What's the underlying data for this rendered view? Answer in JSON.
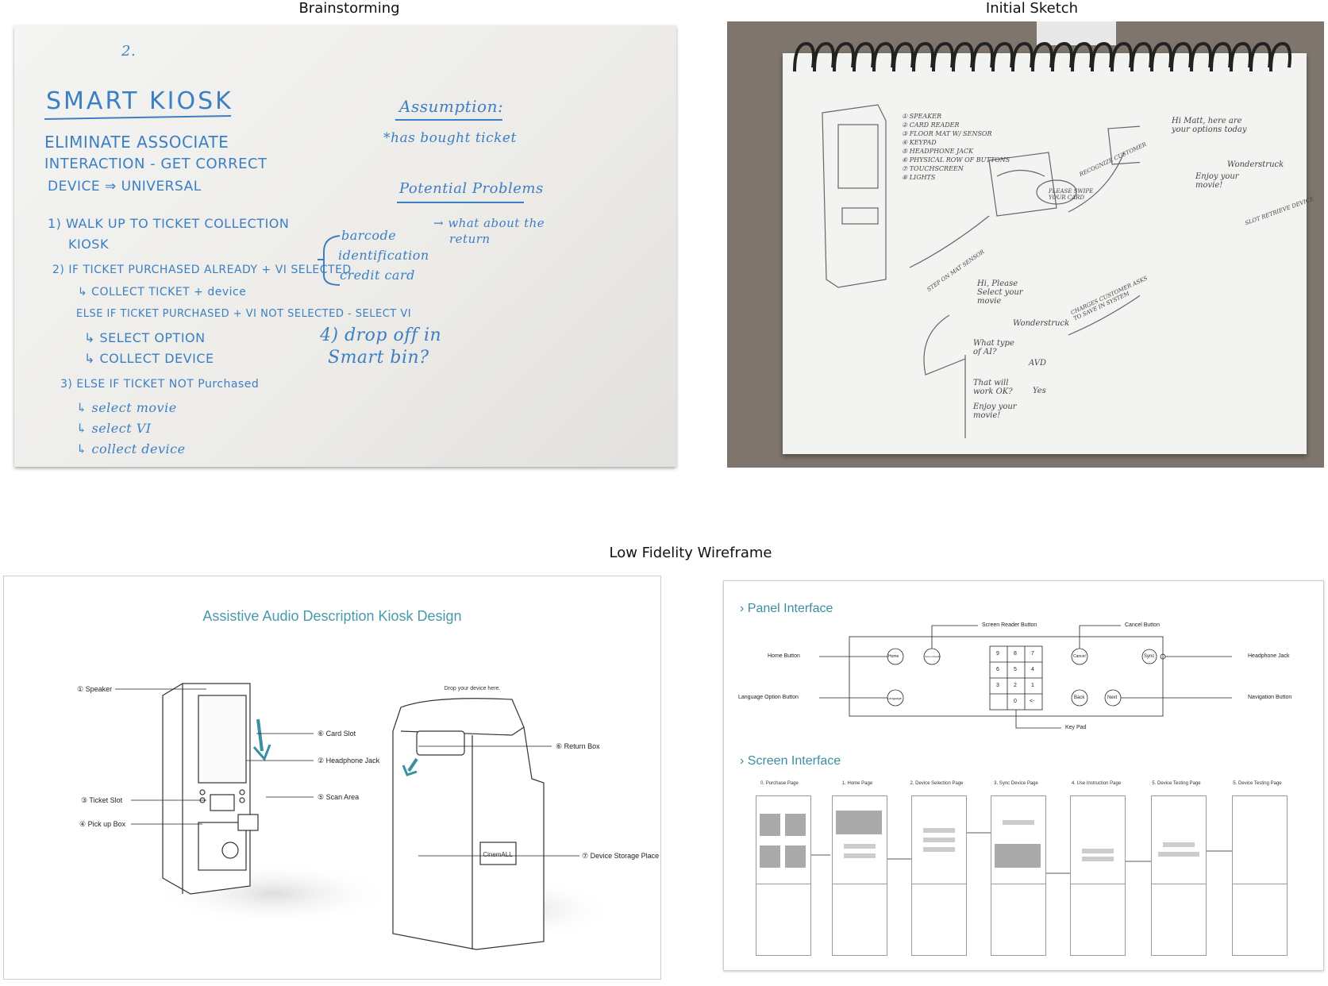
{
  "sections": {
    "brainstorming": "Brainstorming",
    "initial_sketch": "Initial Sketch",
    "low_fidelity": "Low Fidelity Wireframe"
  },
  "whiteboard": {
    "page_num": "2.",
    "title": "SMART KIOSK",
    "lines": [
      "ELIMINATE ASSOCIATE",
      "INTERACTION - GET CORRECT",
      "DEVICE ⇒ UNIVERSAL",
      "1) WALK UP TO TICKET COLLECTION",
      "KIOSK",
      "2) IF TICKET PURCHASED ALREADY + VI SELECTED",
      "↳ COLLECT TICKET + device",
      "ELSE IF TICKET PURCHASED + VI NOT SELECTED - SELECT VI",
      "↳ SELECT OPTION",
      "↳ COLLECT DEVICE",
      "3) ELSE IF TICKET NOT Purchased",
      "↳ select movie",
      "↳ select VI",
      "↳ collect device"
    ],
    "branches": [
      "barcode",
      "identification",
      "credit card"
    ],
    "assumption_title": "Assumption:",
    "assumption_text": "*has bought ticket",
    "problems_title": "Potential Problems",
    "problems_text_1": "→ what about the",
    "problems_text_2": "return",
    "dropoff_1": "4) drop off in",
    "dropoff_2": "Smart bin?"
  },
  "sketch": {
    "legend": [
      "① SPEAKER",
      "② CARD READER",
      "③ FLOOR MAT W/ SENSOR",
      "④ KEYPAD",
      "⑤ HEADPHONE JACK",
      "⑥ PHYSICAL ROW OF BUTTONS",
      "⑦ TOUCHSCREEN",
      "⑧ LIGHTS"
    ],
    "greeting": "Hi Matt, here are your options today",
    "wonder": "Wonderstruck",
    "enjoy": "Enjoy your movie!",
    "please_swipe": "PLEASE SWIPE YOUR CARD",
    "recognize": "RECOGNIZE CUSTOMER",
    "step_on": "STEP ON MAT SENSOR",
    "slot": "SLOT RETRIEVE DEVICE",
    "select_movie": "Hi, Please Select your movie",
    "wonder2": "Wonderstruck",
    "type_ai": "What type of AI?",
    "avd": "AVD",
    "that_work": "That will work OK?",
    "yes": "Yes",
    "enjoy2": "Enjoy your movie!",
    "charges": "CHARGES CUSTOMER ASKS TO SAVE IN SYSTEM"
  },
  "kiosk": {
    "title": "Assistive Audio Description Kiosk Design",
    "labels": {
      "speaker": "① Speaker",
      "card_slot": "⑥ Card Slot",
      "headphone": "② Headphone Jack",
      "ticket": "③ Ticket Slot",
      "scan": "⑤ Scan Area",
      "pickup": "④ Pick up Box",
      "return_box": "⑥ Return Box",
      "storage": "⑦ Device Storage Place"
    },
    "drop_text": "Drop your device here.",
    "brand": "CinemALL"
  },
  "panel": {
    "title": "Panel Interface",
    "screen_reader": "Screen Reader Button",
    "cancel": "Cancel Button",
    "home_label": "Home Button",
    "headphone_label": "Headphone Jack",
    "lang_label": "Language Option Button",
    "nav_label": "Navigation Button",
    "keypad_label": "Key Pad",
    "btn_home": "Home",
    "btn_sr": "Screen Reader",
    "btn_cancel": "Cancel",
    "btn_sync": "Sync",
    "btn_lang": "Language",
    "btn_back": "Back",
    "btn_next": "Next",
    "keys": [
      "9",
      "8",
      "7",
      "6",
      "5",
      "4",
      "3",
      "2",
      "1",
      "",
      "0",
      "<-"
    ]
  },
  "screen": {
    "title": "Screen Interface",
    "pages": [
      {
        "label": "0. Purchase Page"
      },
      {
        "label": "1. Home Page"
      },
      {
        "label": "2. Device Selection Page"
      },
      {
        "label": "3. Sync Device Page"
      },
      {
        "label": "4. Use Instruction Page"
      },
      {
        "label": "5. Device Testing Page"
      },
      {
        "label": "5. Device Testing Page"
      }
    ]
  }
}
